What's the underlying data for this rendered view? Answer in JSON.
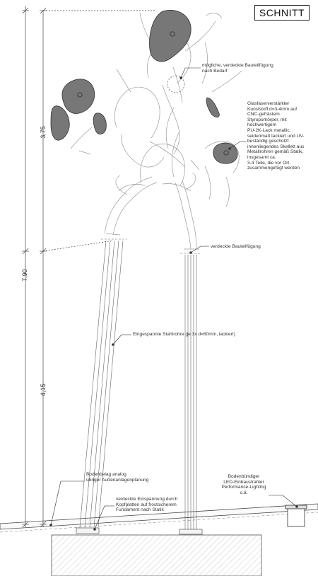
{
  "title": "SCHNITT",
  "dimensions": {
    "upper": "3,75",
    "total": "7,90",
    "lower": "4,15"
  },
  "annotations": {
    "joint_optional": [
      "mögliche, verdeckte Bauteilfügung",
      "nach Bedarf"
    ],
    "material": [
      "Glasfaserverstärkter",
      "Kunststoff d=3-4mm auf",
      "CNC-gefrästem",
      "Styroporkörper, mit",
      "hochwertigem",
      "PU-2K-Lack metallic,",
      "seidenmatt lackiert und UV-",
      "beständig geschützt",
      "innenliegendes Skellett aus",
      "Metallrohren gemäß Statik,",
      "insgesamt ca.",
      "3-4 Teile, die vor Ort",
      "zusammengefügt werden"
    ],
    "joint_hidden": "verdeckte Bauteilfügung",
    "steel_tubes": "Eingespannte Stahlrohre (je 3x d=80mm, lackiert)",
    "floor": [
      "Bodenbelag analog",
      "übriger Außenanlagenplanung"
    ],
    "led": [
      "Bodenbündiger",
      "LED-Einbaustrahler",
      "Performance-Lighting",
      "o.ä."
    ],
    "anchor": [
      "verdeckte Einspannung durch",
      "Kopfplatten auf frostsicherem",
      "Fundament nach Statik"
    ]
  }
}
